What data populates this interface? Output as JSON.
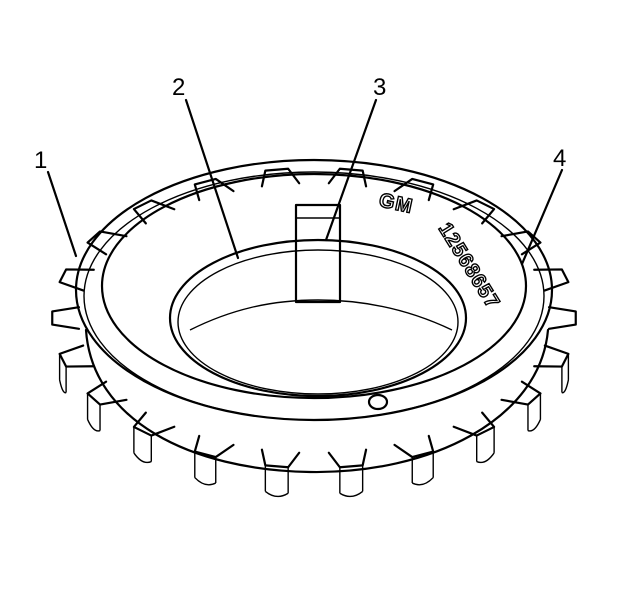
{
  "figure": {
    "callouts": [
      {
        "id": "1",
        "label": "1"
      },
      {
        "id": "2",
        "label": "2"
      },
      {
        "id": "3",
        "label": "3"
      },
      {
        "id": "4",
        "label": "4"
      }
    ],
    "engraving": {
      "brand": "GM",
      "part_number": "12568657"
    },
    "colors": {
      "ink": "#000000",
      "background": "#ffffff"
    }
  }
}
